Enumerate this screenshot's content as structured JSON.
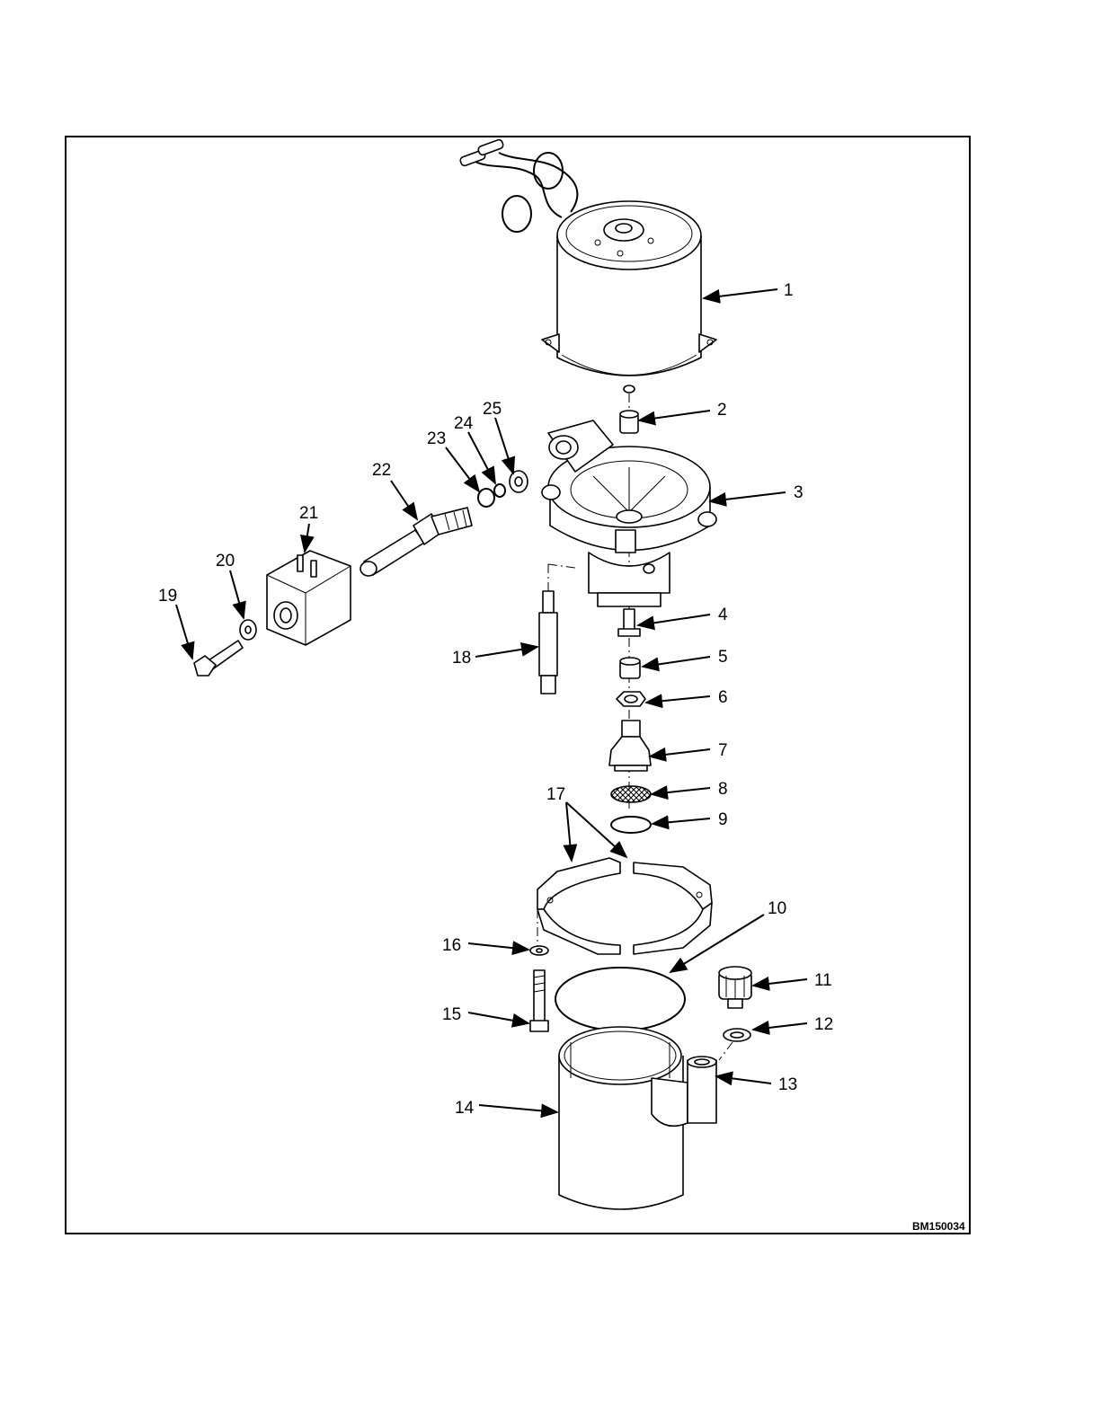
{
  "figure": {
    "id": "BM150034",
    "colors": {
      "line": "#000000",
      "background": "#ffffff"
    },
    "callouts": [
      "1",
      "2",
      "3",
      "4",
      "5",
      "6",
      "7",
      "8",
      "9",
      "10",
      "11",
      "12",
      "13",
      "14",
      "15",
      "16",
      "17",
      "18",
      "19",
      "20",
      "21",
      "22",
      "23",
      "24",
      "25"
    ]
  }
}
